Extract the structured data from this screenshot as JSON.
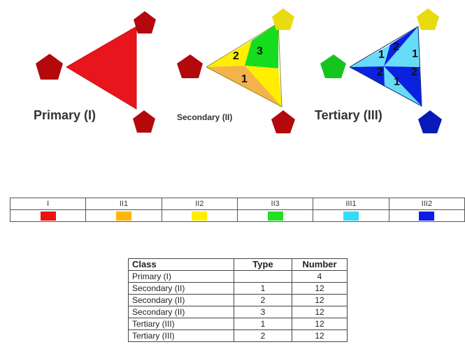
{
  "diagram": {
    "primary_label": "Primary (I)",
    "secondary_label": "Secondary (II)",
    "tertiary_label": "Tertiary (III)",
    "secondary_numbers": [
      "1",
      "2",
      "3"
    ],
    "tertiary_numbers": [
      "1",
      "2",
      "1",
      "2",
      "1",
      "2"
    ],
    "colors": {
      "red": "#e8161c",
      "dark_red": "#b3080c",
      "orange": "#f3b24a",
      "yellow": "#ffee00",
      "green": "#14dd1e",
      "cyan": "#66dcf6",
      "blue": "#0a22e0",
      "dark_blue": "#0a1ab8"
    }
  },
  "legend": {
    "headers": [
      "I",
      "II1",
      "II2",
      "II3",
      "III1",
      "III2"
    ],
    "colors": [
      "#ee1111",
      "#ffb60b",
      "#ffee00",
      "#22e022",
      "#33dcf6",
      "#0a1ee8"
    ]
  },
  "table": {
    "headers": [
      "Class",
      "Type",
      "Number"
    ],
    "rows": [
      [
        "Primary (I)",
        "",
        "4"
      ],
      [
        "Secondary (II)",
        "1",
        "12"
      ],
      [
        "Secondary (II)",
        "2",
        "12"
      ],
      [
        "Secondary (II)",
        "3",
        "12"
      ],
      [
        "Tertiary (III)",
        "1",
        "12"
      ],
      [
        "Tertiary (III)",
        "2",
        "12"
      ]
    ]
  }
}
